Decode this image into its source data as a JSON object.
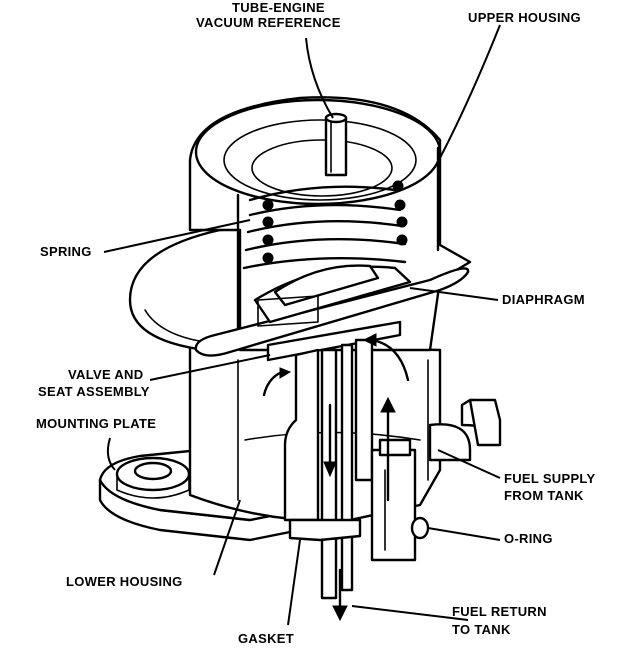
{
  "labels": {
    "tube_engine_line1": "TUBE-ENGINE",
    "tube_engine_line2": "VACUUM REFERENCE",
    "upper_housing": "UPPER HOUSING",
    "spring": "SPRING",
    "diaphragm": "DIAPHRAGM",
    "valve_line1": "VALVE AND",
    "valve_line2": "SEAT ASSEMBLY",
    "mounting_plate": "MOUNTING PLATE",
    "fuel_supply_line1": "FUEL SUPPLY",
    "fuel_supply_line2": "FROM TANK",
    "o_ring": "O-RING",
    "lower_housing": "LOWER HOUSING",
    "fuel_return_line1": "FUEL RETURN",
    "fuel_return_line2": "TO TANK",
    "gasket": "GASKET"
  }
}
